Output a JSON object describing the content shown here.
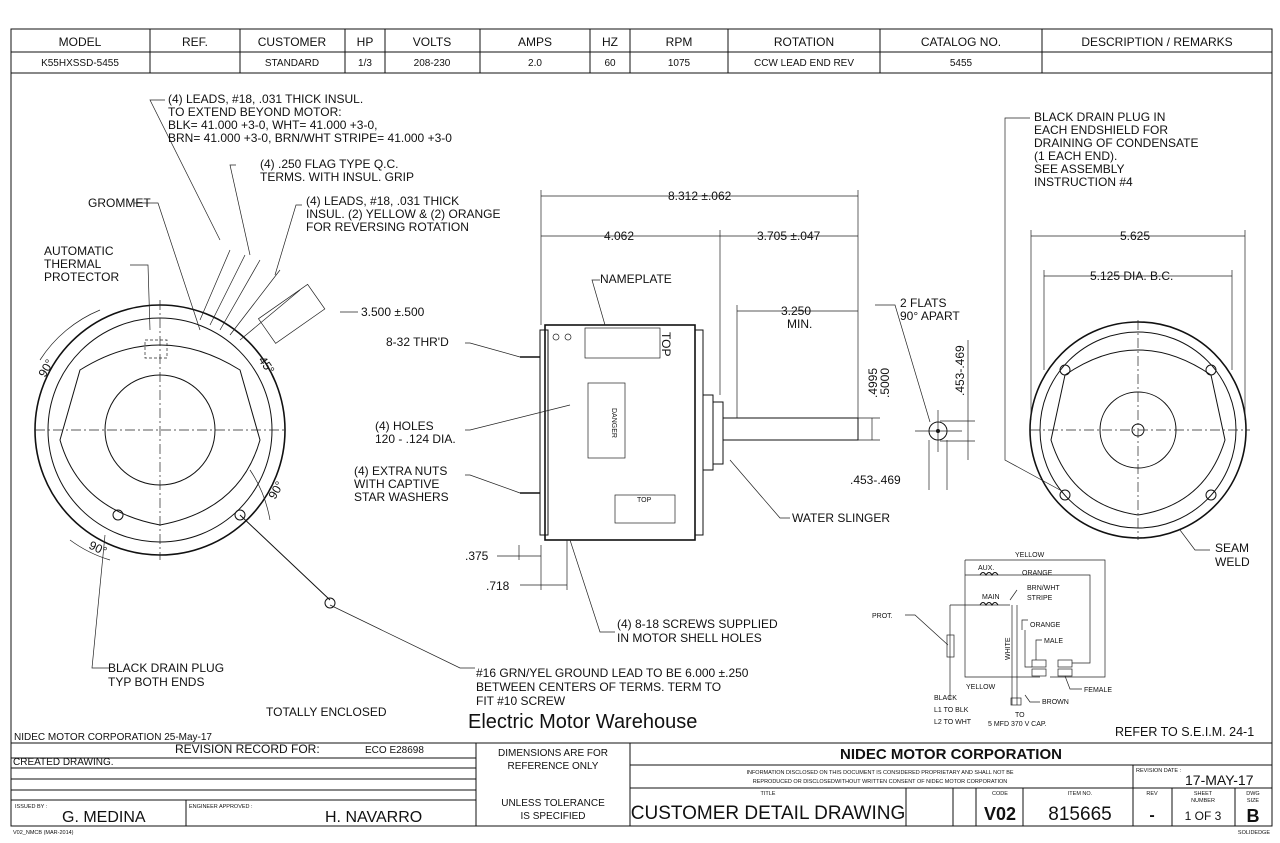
{
  "spec_table": {
    "headers": [
      "MODEL",
      "REF.",
      "CUSTOMER",
      "HP",
      "VOLTS",
      "AMPS",
      "HZ",
      "RPM",
      "ROTATION",
      "CATALOG NO.",
      "DESCRIPTION / REMARKS"
    ],
    "values": [
      "K55HXSSD-5455",
      "",
      "STANDARD",
      "1/3",
      "208-230",
      "2.0",
      "60",
      "1075",
      "CCW LEAD END REV",
      "5455",
      ""
    ]
  },
  "end_view_left": {
    "leads_note": [
      "(4) LEADS, #18, .031 THICK INSUL.",
      "TO EXTEND BEYOND MOTOR:",
      "BLK= 41.000 +3-0, WHT= 41.000 +3-0,",
      "BRN= 41.000 +3-0, BRN/WHT STRIPE= 41.000 +3-0"
    ],
    "flag_note": [
      "(4) .250 FLAG TYPE Q.C.",
      "TERMS. WITH INSUL. GRIP"
    ],
    "reversing_note": [
      "(4) LEADS, #18, .031 THICK",
      "INSUL. (2) YELLOW & (2) ORANGE",
      "FOR REVERSING ROTATION"
    ],
    "grommet": "GROMMET",
    "protector": [
      "AUTOMATIC",
      "THERMAL",
      "PROTECTOR"
    ],
    "dim_350": "3.500 ±.500",
    "angle_45": "45°",
    "angle_90": "90°",
    "drain_plug": [
      "BLACK DRAIN PLUG",
      "TYP BOTH ENDS"
    ],
    "ground_lead": [
      "#16 GRN/YEL GROUND LEAD TO BE 6.000 ±.250",
      "BETWEEN CENTERS OF TERMS. TERM TO",
      "FIT #10 SCREW"
    ],
    "enclosure": "TOTALLY ENCLOSED"
  },
  "side_view": {
    "dim_overall": "8.312 ±.062",
    "dim_body": "4.062",
    "dim_shaft": "3.705 ±.047",
    "dim_min": [
      "3.250",
      "MIN."
    ],
    "nameplate": "NAMEPLATE",
    "top_label": "TOP",
    "danger_label": "DANGER",
    "thread": "8-32 THR'D",
    "holes": [
      "(4) HOLES",
      "120 - .124 DIA."
    ],
    "nuts": [
      "(4) EXTRA NUTS",
      "WITH CAPTIVE",
      "STAR WASHERS"
    ],
    "dim_375": ".375",
    "dim_718": ".718",
    "screws": [
      "(4) 8-18 SCREWS SUPPLIED",
      "IN MOTOR SHELL HOLES"
    ],
    "water_slinger": "WATER SLINGER",
    "shaft_dia": [
      ".4995",
      ".5000"
    ],
    "flats": [
      "2 FLATS",
      "90° APART"
    ],
    "flat_dim_v": ".453-.469",
    "flat_dim_h": ".453-.469"
  },
  "end_view_right": {
    "drain_note": [
      "BLACK DRAIN PLUG IN",
      "EACH ENDSHIELD FOR",
      "DRAINING OF CONDENSATE",
      "(1 EACH END).",
      "SEE ASSEMBLY",
      "INSTRUCTION #4"
    ],
    "dim_5625": "5.625",
    "dim_5125": "5.125  DIA. B.C.",
    "seam_weld": [
      "SEAM",
      "WELD"
    ]
  },
  "wiring": {
    "yellow_top": "YELLOW",
    "aux": "AUX.",
    "orange_top": "ORANGE",
    "main": "MAIN",
    "brn_wht": [
      "BRN/WHT",
      "STRIPE"
    ],
    "prot": "PROT.",
    "orange": "ORANGE",
    "male": "MALE",
    "white": "WHITE",
    "yellow_bottom": "YELLOW",
    "female": "FEMALE",
    "brown": "BROWN",
    "black": [
      "BLACK",
      "L1 TO BLK",
      "L2 TO WHT"
    ],
    "cap": [
      "TO",
      "5 MFD 370 V CAP."
    ],
    "refer": "REFER TO S.E.I.M. 24-1"
  },
  "footer": {
    "corp_date": "NIDEC MOTOR CORPORATION 25-May-17",
    "watermark": "Electric Motor Warehouse",
    "revision_record": "REVISION RECORD FOR:",
    "eco": "ECO E28698",
    "created": "CREATED DRAWING.",
    "dims_ref": [
      "DIMENSIONS ARE FOR",
      "REFERENCE ONLY"
    ],
    "unless": [
      "UNLESS TOLERANCE",
      "IS SPECIFIED"
    ],
    "issued_by_label": "ISSUED BY :",
    "issued_by": "G. MEDINA",
    "engineer_label": "ENGINEER APPROVED :",
    "engineer": "H. NAVARRO",
    "form_code": "V02_NMCB (MAR-2014)",
    "company": "NIDEC MOTOR CORPORATION",
    "disclaimer": [
      "INFORMATION DISCLOSED ON THIS DOCUMENT IS CONSIDERED PROPRIETARY AND SHALL NOT BE",
      "REPRODUCED OR DISCLOSEDWITHOUT WRITTEN CONSENT OF NIDEC MOTOR CORPORATION"
    ],
    "revision_date_label": "REVISION DATE :",
    "revision_date": "17-MAY-17",
    "title_label": "TITLE",
    "title": "CUSTOMER  DETAIL  DRAWING",
    "code_label": "CODE",
    "code": "V02",
    "item_label": "ITEM NO.",
    "item": "815665",
    "rev_label": "REV",
    "rev": "-",
    "sheet_label": [
      "SHEET",
      "NUMBER"
    ],
    "sheet": "1  OF  3",
    "size_label": [
      "DWG",
      "SIZE"
    ],
    "size": "B",
    "software": "SOLIDEDGE"
  }
}
